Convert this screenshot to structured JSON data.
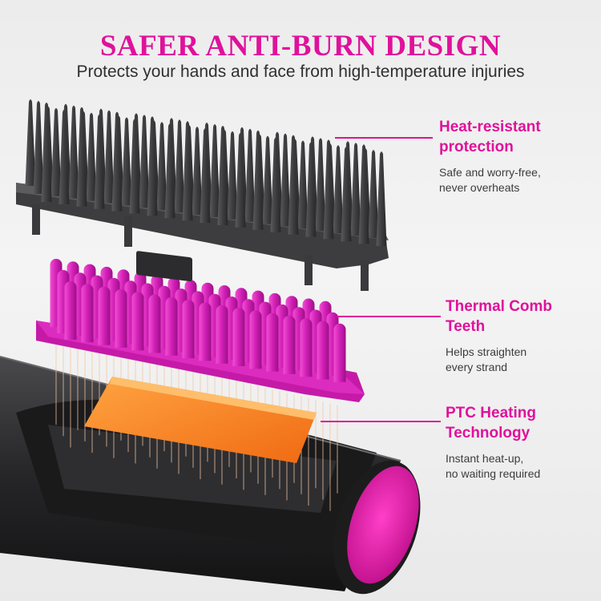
{
  "header": {
    "title": "SAFER ANTI-BURN DESIGN",
    "subtitle": "Protects your hands and face from high-temperature injuries"
  },
  "colors": {
    "accent": "#e0119b",
    "comb_pink": "#cc1fb2",
    "cover_gray": "#4a4a4c",
    "heater_orange": "#f98c2a",
    "body_dark": "#2a2a2c"
  },
  "features": [
    {
      "heading_line1": "Heat-resistant",
      "heading_line2": "protection",
      "desc_line1": "Safe and worry-free,",
      "desc_line2": "never overheats"
    },
    {
      "heading_line1": "Thermal Comb",
      "heading_line2": "Teeth",
      "desc_line1": "Helps straighten",
      "desc_line2": "every strand"
    },
    {
      "heading_line1": "PTC Heating",
      "heading_line2": "Technology",
      "desc_line1": "Instant heat-up,",
      "desc_line2": "no waiting required"
    }
  ]
}
